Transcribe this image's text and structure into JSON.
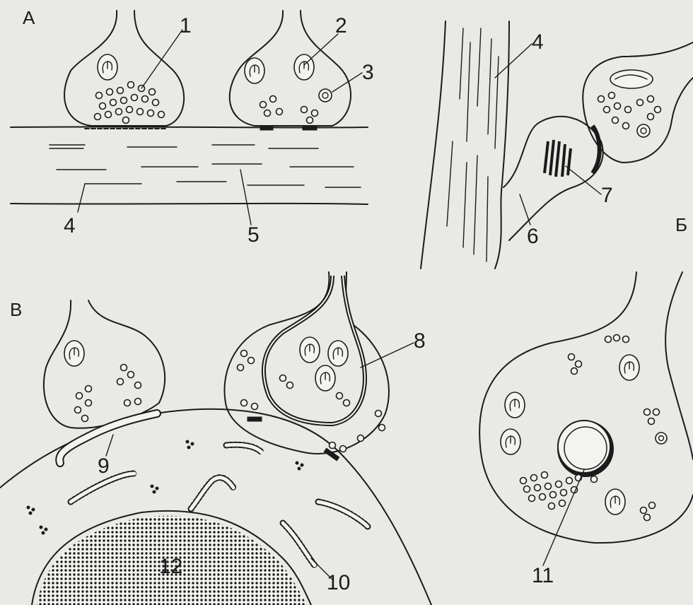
{
  "panels": {
    "a": "A",
    "b": "B",
    "v": "Б"
  },
  "callouts": [
    "1",
    "2",
    "3",
    "4",
    "5",
    "4",
    "6",
    "7",
    "8",
    "9",
    "10",
    "11",
    "12"
  ],
  "colors": {
    "ink": "#1b1b1b",
    "paper": "#e9e9e6"
  }
}
